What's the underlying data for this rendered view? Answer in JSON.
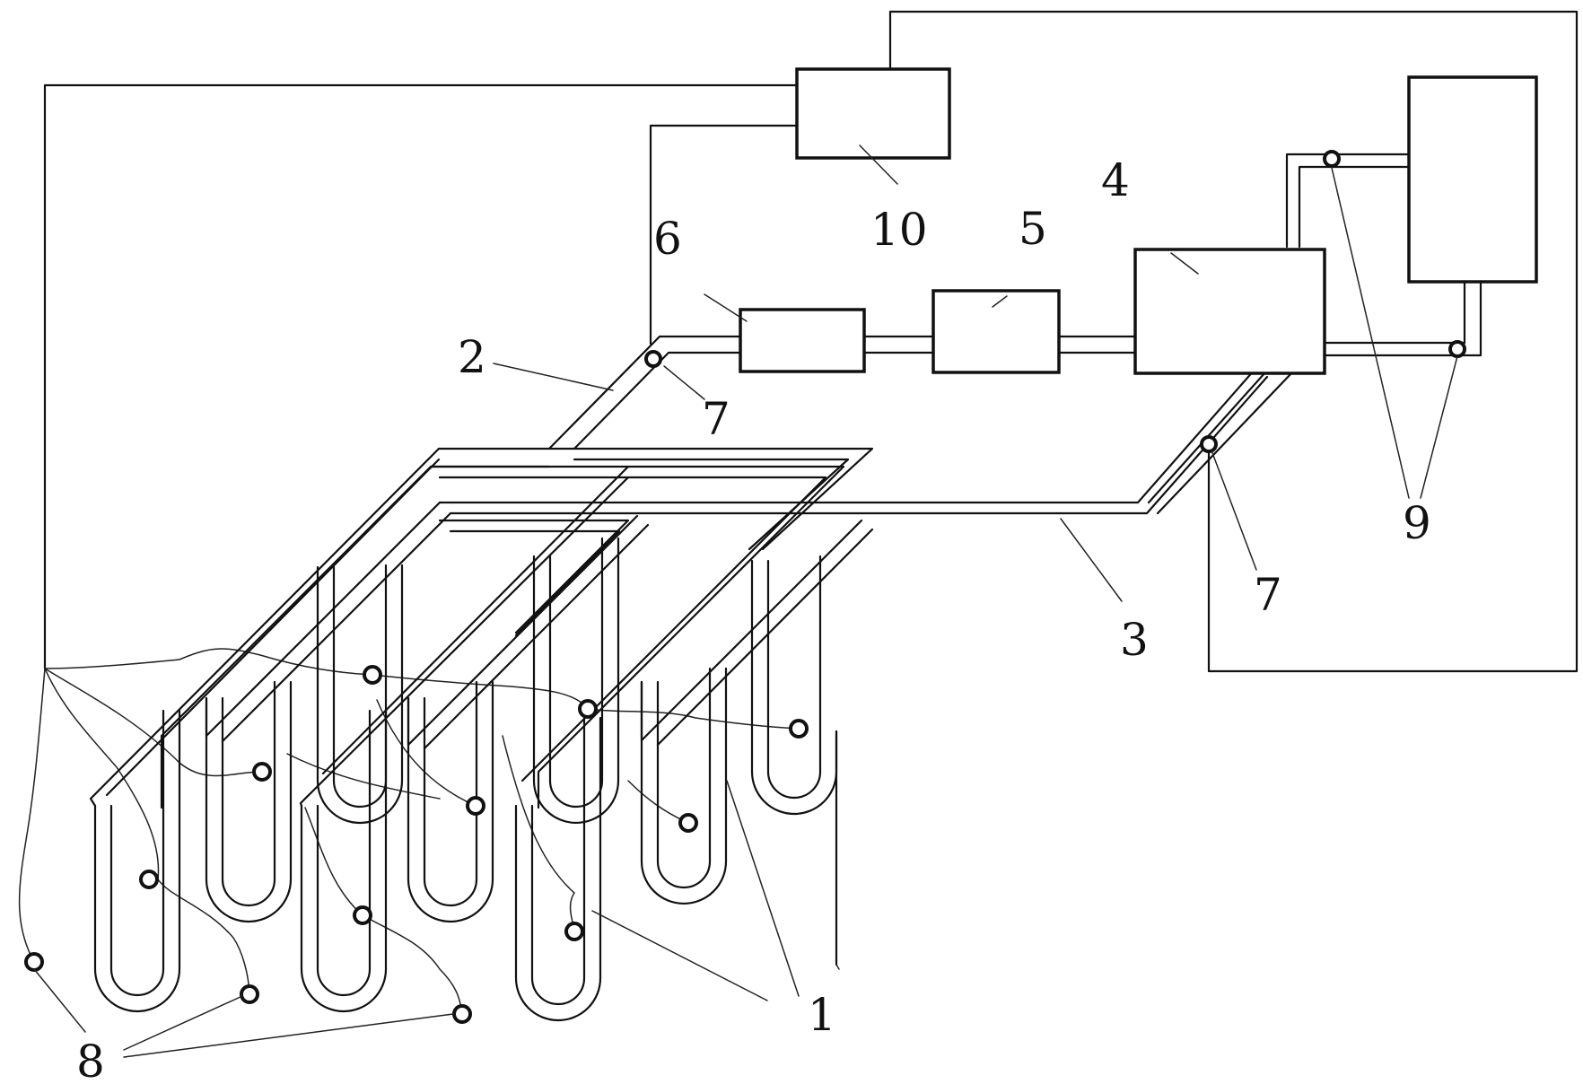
{
  "labels": {
    "borehole_heat_exchanger": "1",
    "supply_pipe": "2",
    "return_pipe": "3",
    "heat_pump": "4",
    "component_5": "5",
    "component_6": "6",
    "flow_meter": "7",
    "ground_temperature_sensor": "8",
    "pipe_temperature_sensor": "9",
    "controller": "10"
  }
}
